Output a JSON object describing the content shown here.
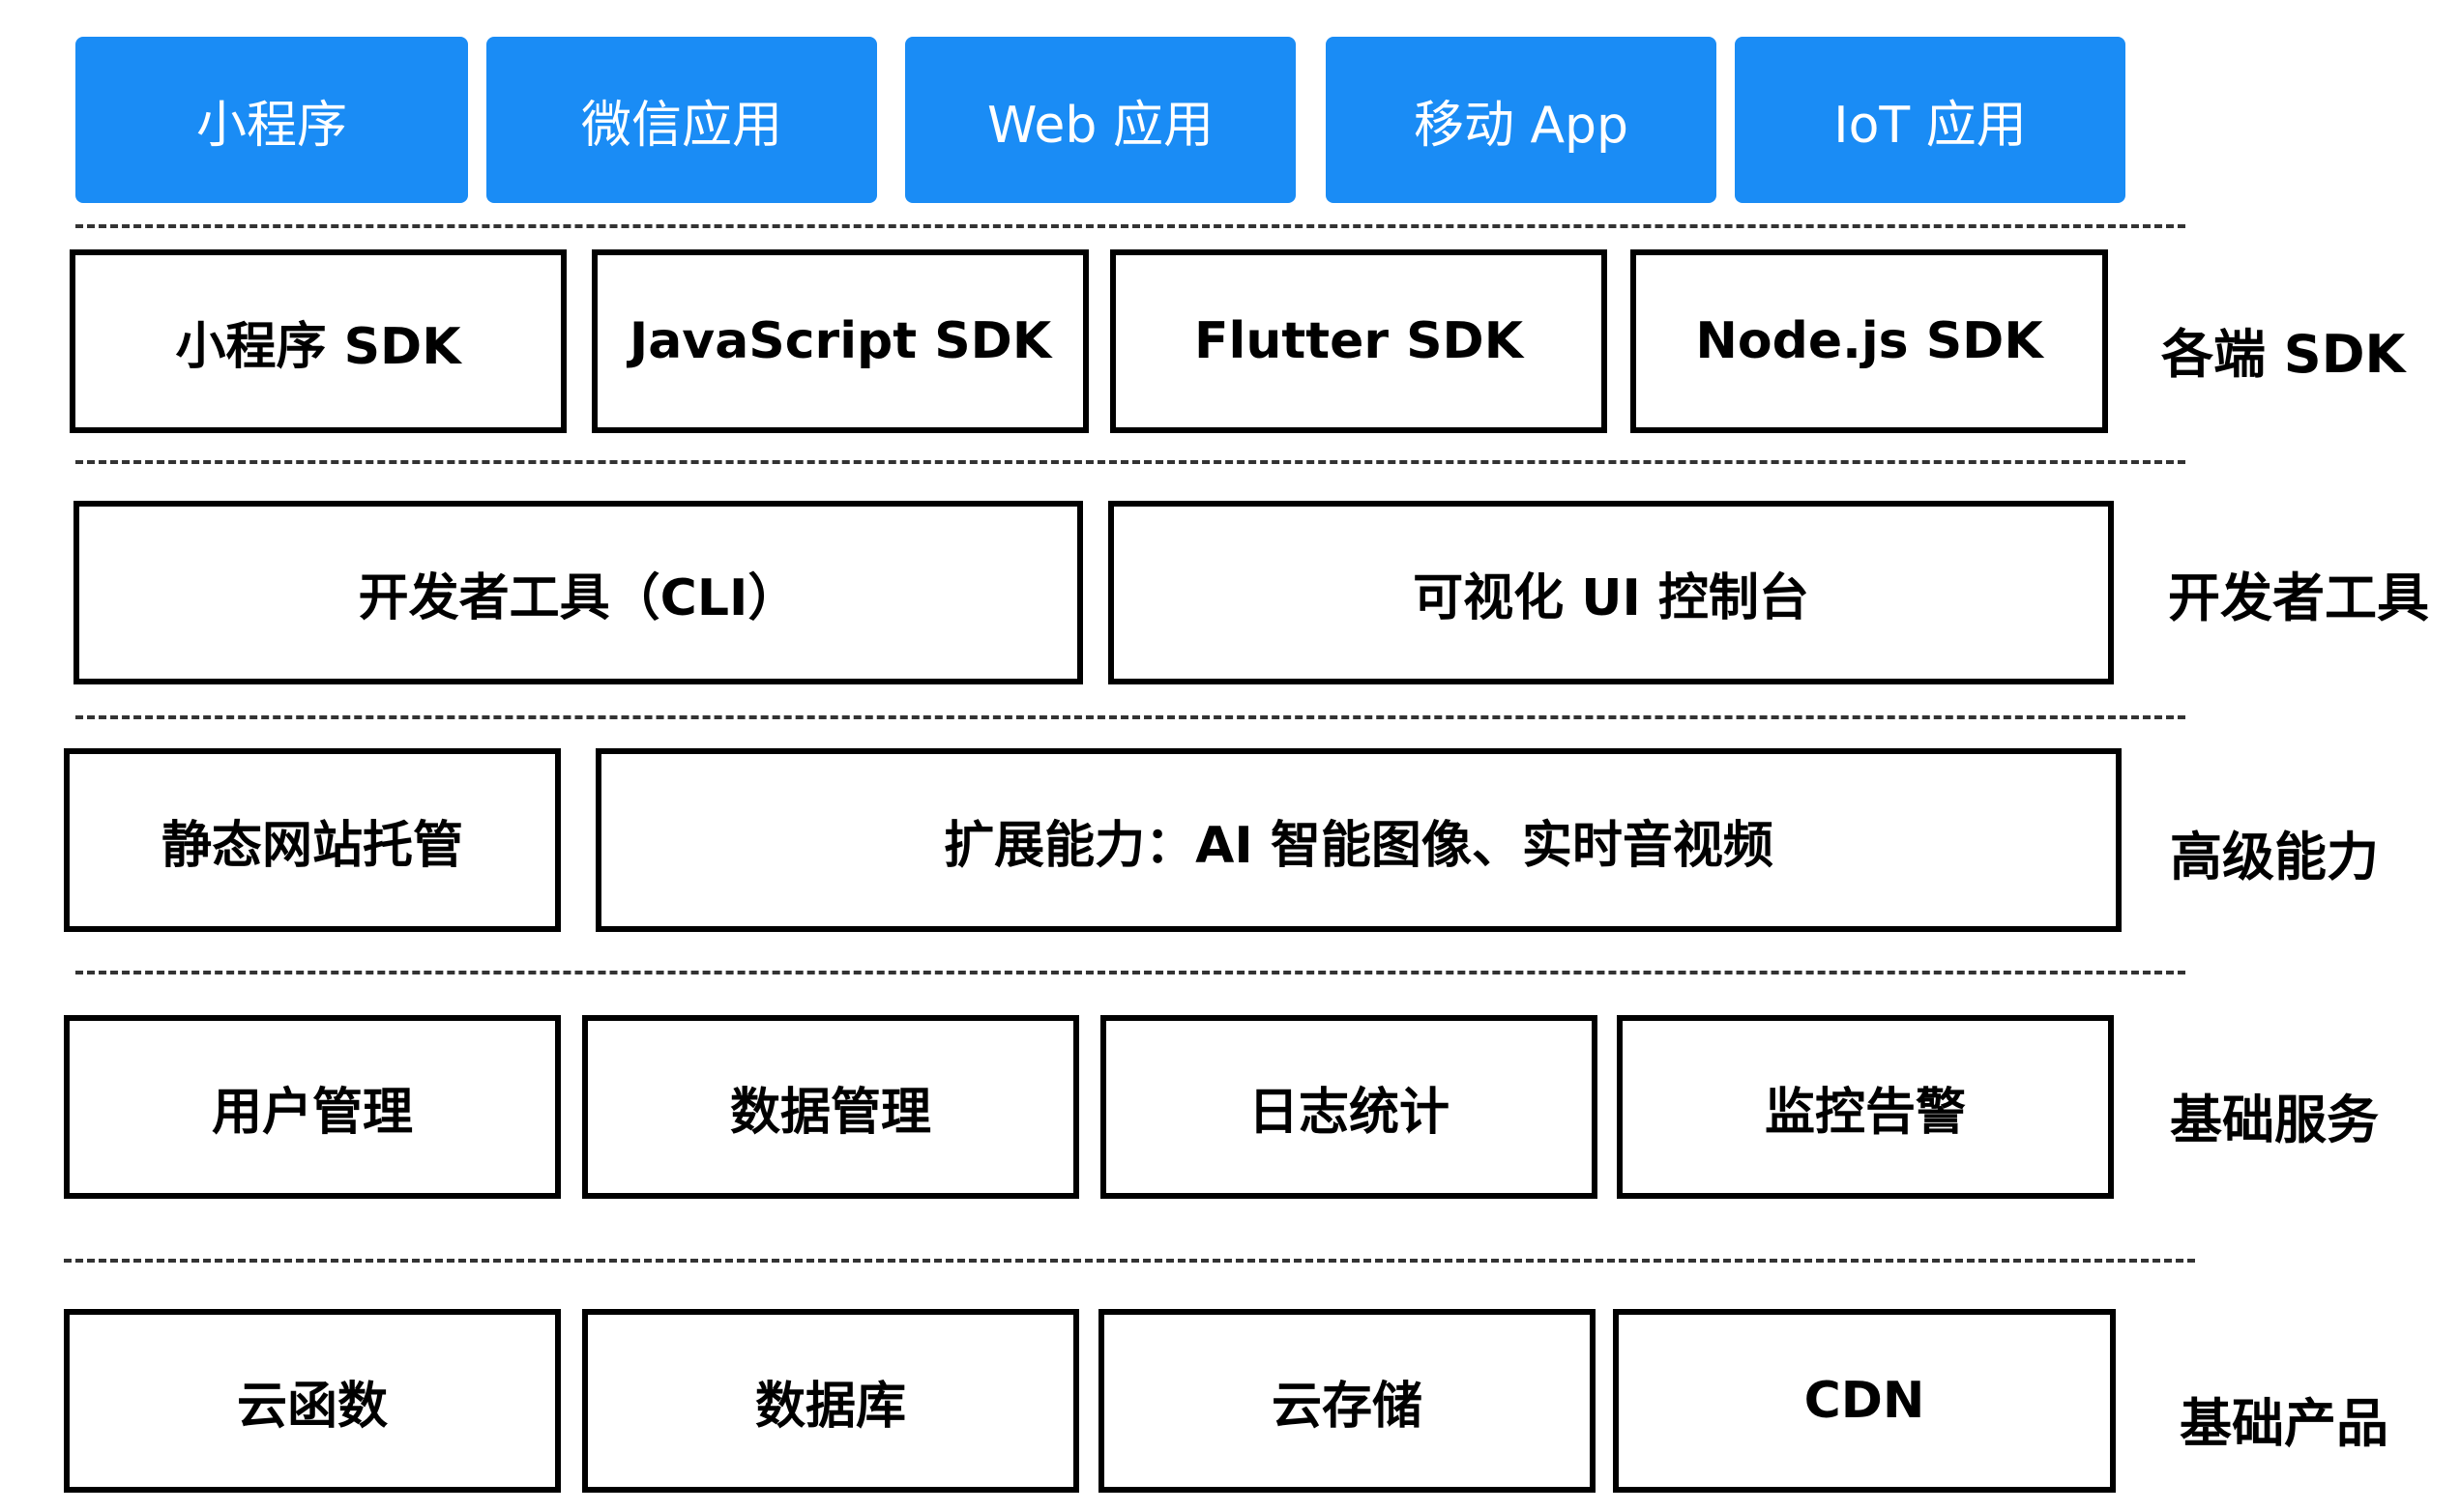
{
  "apps": [
    {
      "label": "小程序"
    },
    {
      "label": "微信应用"
    },
    {
      "label": "Web 应用"
    },
    {
      "label": "移动 App"
    },
    {
      "label": "IoT 应用"
    }
  ],
  "sdk": {
    "label": "各端 SDK",
    "items": [
      {
        "label": "小程序 SDK"
      },
      {
        "label": "JavaScript SDK"
      },
      {
        "label": "Flutter SDK"
      },
      {
        "label": "Node.js SDK"
      }
    ]
  },
  "devtools": {
    "label": "开发者工具",
    "items": [
      {
        "label": "开发者工具（CLI）"
      },
      {
        "label": "可视化 UI 控制台"
      }
    ]
  },
  "advanced": {
    "label": "高级能力",
    "items": [
      {
        "label": "静态网站托管"
      },
      {
        "label": "扩展能力：AI 智能图像、实时音视频"
      }
    ]
  },
  "services": {
    "label": "基础服务",
    "items": [
      {
        "label": "用户管理"
      },
      {
        "label": "数据管理"
      },
      {
        "label": "日志统计"
      },
      {
        "label": "监控告警"
      }
    ]
  },
  "products": {
    "label": "基础产品",
    "items": [
      {
        "label": "云函数"
      },
      {
        "label": "数据库"
      },
      {
        "label": "云存储"
      },
      {
        "label": "CDN"
      }
    ]
  },
  "colors": {
    "app_blue": "#1a8cf5",
    "border": "#000000"
  }
}
